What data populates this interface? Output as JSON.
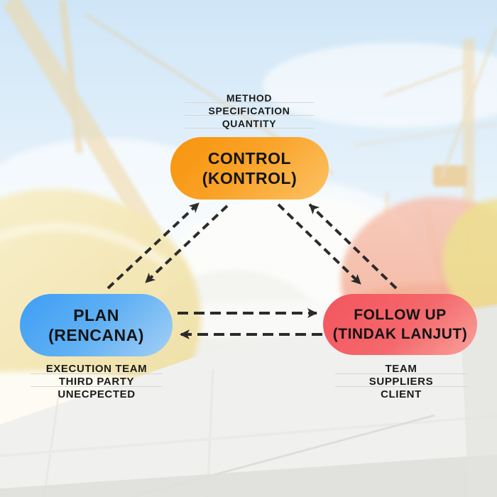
{
  "diagram": {
    "title_visible": false,
    "nodes": {
      "control": {
        "title": "CONTROL",
        "subtitle": "(KONTROL)",
        "color": "#f8940c",
        "color_light": "#fcc264",
        "notes": [
          "METHOD",
          "SPECIFICATION",
          "QUANTITY"
        ]
      },
      "plan": {
        "title": "PLAN",
        "subtitle": "(RENCANA)",
        "color": "#3f9ef5",
        "color_light": "#a5cff5",
        "notes": [
          "EXECUTION TEAM",
          "THIRD PARTY",
          "UNECPECTED"
        ]
      },
      "follow_up": {
        "title": "FOLLOW UP",
        "subtitle": "(TINDAK LANJUT)",
        "color": "#f3555d",
        "color_light": "#f9a29b",
        "notes": [
          "TEAM",
          "SUPPLIERS",
          "CLIENT"
        ]
      }
    },
    "edges": [
      {
        "from": "plan",
        "to": "control",
        "style": "dashed-arrow"
      },
      {
        "from": "control",
        "to": "plan",
        "style": "dashed-arrow"
      },
      {
        "from": "control",
        "to": "follow_up",
        "style": "dashed-arrow"
      },
      {
        "from": "follow_up",
        "to": "control",
        "style": "dashed-arrow"
      },
      {
        "from": "plan",
        "to": "follow_up",
        "style": "dashed-arrow"
      },
      {
        "from": "follow_up",
        "to": "plan",
        "style": "dashed-arrow"
      }
    ],
    "arrow_color": "#2b2b2b",
    "text_color": "#1a1a1a"
  }
}
